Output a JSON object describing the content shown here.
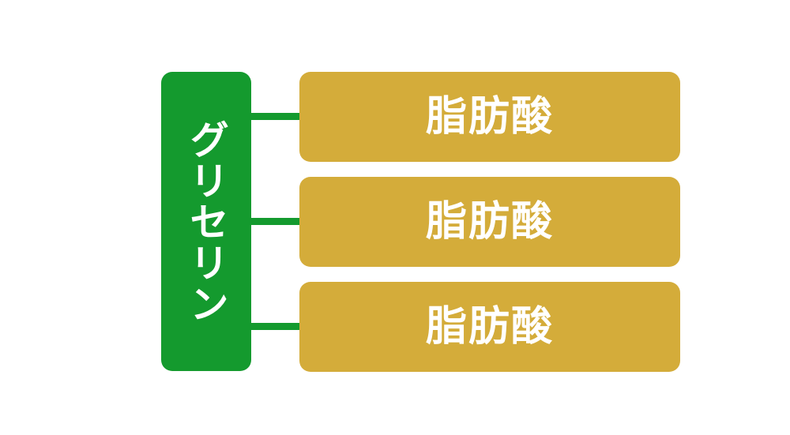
{
  "colors": {
    "glycerol": "#149a2e",
    "fatty_acid": "#d4ac3a",
    "connector": "#149a2e",
    "text": "#ffffff"
  },
  "glycerol": {
    "label": "グリセリン"
  },
  "fatty_acids": [
    {
      "label": "脂肪酸"
    },
    {
      "label": "脂肪酸"
    },
    {
      "label": "脂肪酸"
    }
  ]
}
